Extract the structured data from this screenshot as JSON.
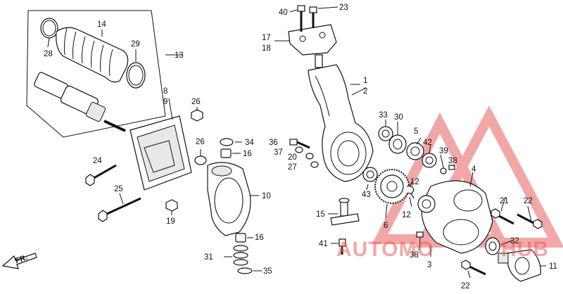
{
  "labels": {
    "l1": "1",
    "l2": "2",
    "l3": "3",
    "l4": "4",
    "l5": "5",
    "l6": "6",
    "l8": "8",
    "l9": "9",
    "l10": "10",
    "l11": "11",
    "l12a": "12",
    "l12b": "12",
    "l13": "13",
    "l14": "14",
    "l15": "15",
    "l16a": "16",
    "l16b": "16",
    "l17": "17",
    "l18": "18",
    "l19": "19",
    "l20": "20",
    "l21": "21",
    "l22a": "22",
    "l22b": "22",
    "l23": "23",
    "l24": "24",
    "l25": "25",
    "l26a": "26",
    "l26b": "26",
    "l27": "27",
    "l28": "28",
    "l29": "29",
    "l30": "30",
    "l31": "31",
    "l32": "32",
    "l33": "33",
    "l34": "34",
    "l35": "35",
    "l36": "36",
    "l37": "37",
    "l38a": "38",
    "l38b": "38",
    "l39": "39",
    "l40": "40",
    "l41": "41",
    "l42": "42",
    "l43": "43"
  },
  "direction_label": "FR.",
  "watermark": {
    "text_left": "AUTOMO",
    "text_right": "HUB",
    "color": "#e86060"
  }
}
